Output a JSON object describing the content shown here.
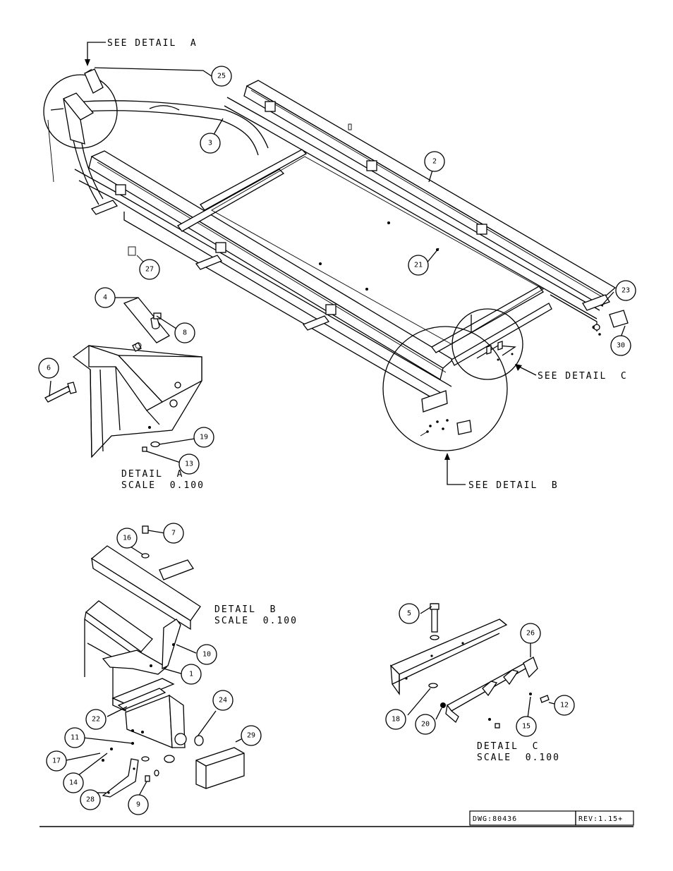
{
  "labels": {
    "see_detail_a": "SEE DETAIL  A",
    "see_detail_b": "SEE DETAIL  B",
    "see_detail_c": "SEE DETAIL  C",
    "detail_a_title": "DETAIL  A",
    "detail_a_scale": "SCALE  0.100",
    "detail_b_title": "DETAIL  B",
    "detail_b_scale": "SCALE  0.100",
    "detail_c_title": "DETAIL  C",
    "detail_c_scale": "SCALE  0.100"
  },
  "title_block": {
    "dwg": "DWG:80436",
    "rev": "REV:1.15+"
  },
  "callouts": {
    "c25": "25",
    "c3": "3",
    "c2": "2",
    "c21": "21",
    "c27": "27",
    "c23": "23",
    "c30": "30",
    "c4": "4",
    "c8": "8",
    "c6": "6",
    "c19": "19",
    "c13": "13",
    "c7": "7",
    "c16": "16",
    "c10": "10",
    "c1": "1",
    "c22": "22",
    "c24": "24",
    "c29": "29",
    "c11": "11",
    "c17": "17",
    "c14": "14",
    "c28": "28",
    "c9": "9",
    "c5": "5",
    "c26": "26",
    "c12": "12",
    "c18": "18",
    "c20": "20",
    "c15": "15"
  }
}
